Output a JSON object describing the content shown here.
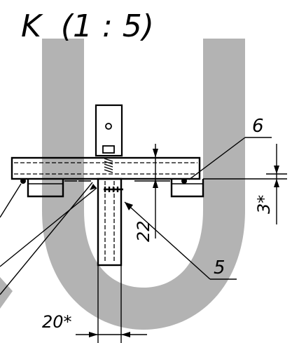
{
  "title": "K  (1 : 5)",
  "callouts": {
    "top_right": "6",
    "bottom_right": "5"
  },
  "dimensions": {
    "vertical_22": "22",
    "vertical_3": "3*",
    "horizontal_20": "20*"
  },
  "watermark": {
    "letter": "U",
    "color": "#9a9a9a"
  }
}
